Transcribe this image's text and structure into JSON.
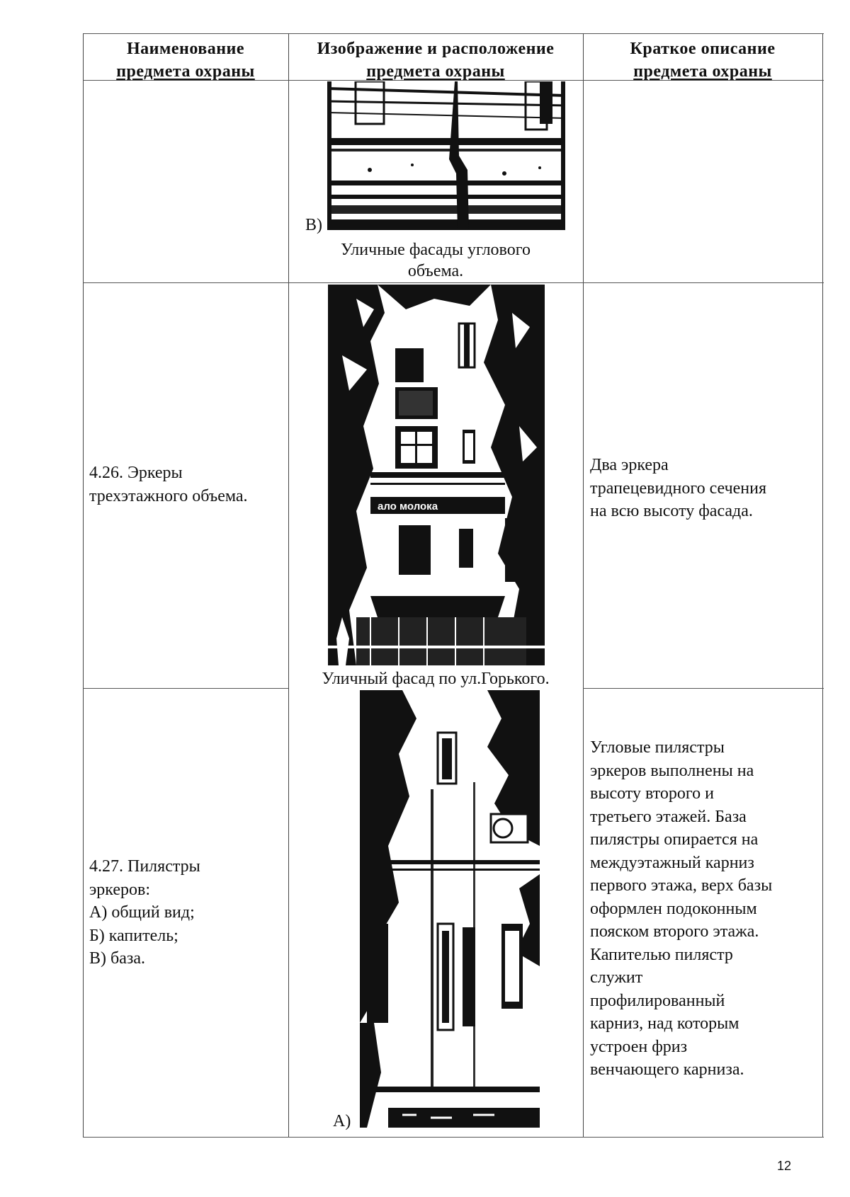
{
  "table": {
    "headers": {
      "name": [
        "Наименование",
        "предмета охраны"
      ],
      "image": [
        "Изображение и расположение",
        "предмета охраны"
      ],
      "description": [
        "Краткое описание",
        "предмета охраны"
      ]
    },
    "rows": [
      {
        "name": "",
        "photo_label": "В)",
        "caption": [
          "Уличные фасады углового",
          "объема."
        ],
        "description": ""
      },
      {
        "name": [
          "4.26. Эркеры",
          "трехэтажного объема."
        ],
        "photo_sign_text": "ало молока",
        "caption": [
          "Уличный фасад по ул.Горького."
        ],
        "description": [
          "Два эркера",
          "трапецевидного сечения",
          "на всю высоту фасада."
        ]
      },
      {
        "name": [
          "4.27. Пилястры",
          "эркеров:",
          "А) общий вид;",
          "Б) капитель;",
          "В) база."
        ],
        "photo_label": "А)",
        "description": [
          "Угловые пилястры",
          "эркеров выполнены на",
          "высоту второго и",
          "третьего этажей. База",
          "пилястры опирается на",
          "междуэтажный карниз",
          "первого этажа, верх базы",
          "оформлен подоконным",
          "пояском второго этажа.",
          "Капителью пилястр",
          "служит",
          "профилированный",
          "карниз, над которым",
          "устроен фриз",
          "венчающего карниза."
        ]
      }
    ]
  },
  "page_number": "12"
}
